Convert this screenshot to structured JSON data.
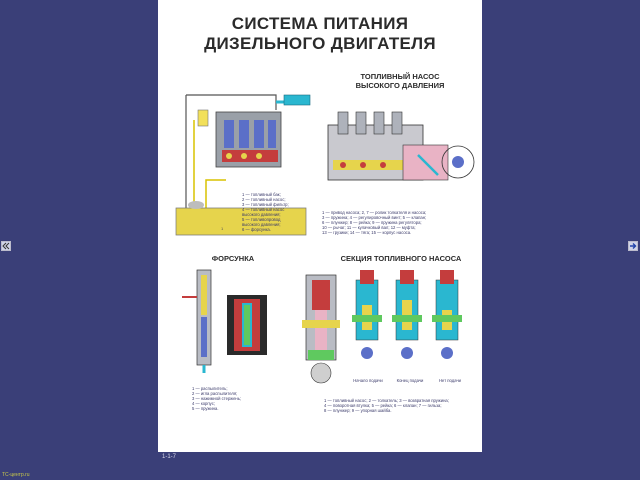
{
  "viewer": {
    "page_number": "1-1-7",
    "footer_logo": "ТС-центр.ru",
    "prev_icon": "double-left-arrow-icon",
    "next_icon": "right-arrow-icon"
  },
  "poster": {
    "title_line1": "СИСТЕМА ПИТАНИЯ",
    "title_line2": "ДИЗЕЛЬНОГО ДВИГАТЕЛЯ",
    "pump_title_line1": "ТОПЛИВНЫЙ НАСОС",
    "pump_title_line2": "ВЫСОКОГО ДАВЛЕНИЯ",
    "injector_title": "ФОРСУНКА",
    "section_title": "СЕКЦИЯ ТОПЛИВНОГО НАСОСА",
    "system_legend": [
      "1 — топливный бак;",
      "2 — топливный насос;",
      "3 — топливный фильтр;",
      "4 — топливный насос",
      "высокого давления;",
      "5 — топливопровод",
      "высокого давления;",
      "6 — форсунка."
    ],
    "pump_legend": [
      "1 — привод насоса; 2, 7 — ролик толкателя и насоса;",
      "3 — пружина; 4 — регулировочный винт; 5 — клапан;",
      "6 — плунжер; 8 — рейка; 9 — пружина регулятора;",
      "10 — рычаг; 11 — кулачковый вал; 12 — муфта;",
      "13 — грузики; 14 — тяга; 15 — корпус насоса."
    ],
    "injector_legend": [
      "1 — распылитель;",
      "2 — игла распылителя;",
      "3 — нажимной стержень;",
      "4 — корпус;",
      "5 — пружина."
    ],
    "section_legend": [
      "1 — топливный насос; 2 — толкатель; 3 — возвратная пружина;",
      "4 — поворотная втулка; 5 — рейка; 6 — клапан; 7 — гильза;",
      "8 — плунжер; 9 — упорная шайба."
    ],
    "section_captions": [
      "Начало подачи",
      "Конец подачи",
      "Нет подачи"
    ]
  }
}
